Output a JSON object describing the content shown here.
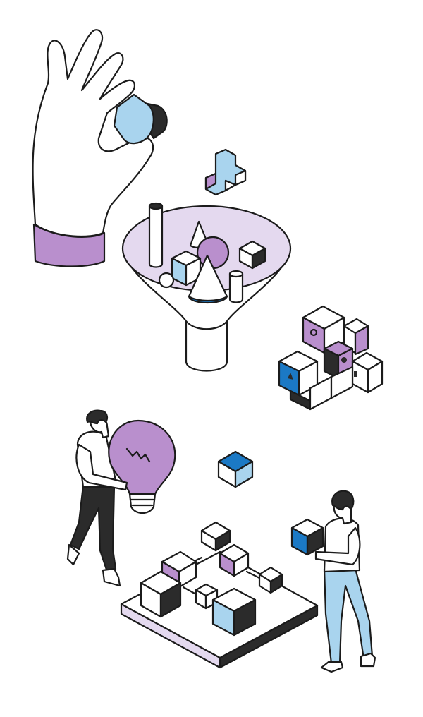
{
  "colors": {
    "line": "#1b1b1b",
    "purple": "#b98fcd",
    "light_purple": "#e4d9ef",
    "light_blue": "#a9d4ee",
    "blue": "#1b79c5",
    "dark": "#2b2b2b",
    "white": "#ffffff"
  },
  "scenes": [
    "hand-holding-cube",
    "funnel-with-shapes",
    "cube-cluster",
    "person-with-lightbulb",
    "floating-cube",
    "platform-with-cubes",
    "person-with-cube"
  ]
}
